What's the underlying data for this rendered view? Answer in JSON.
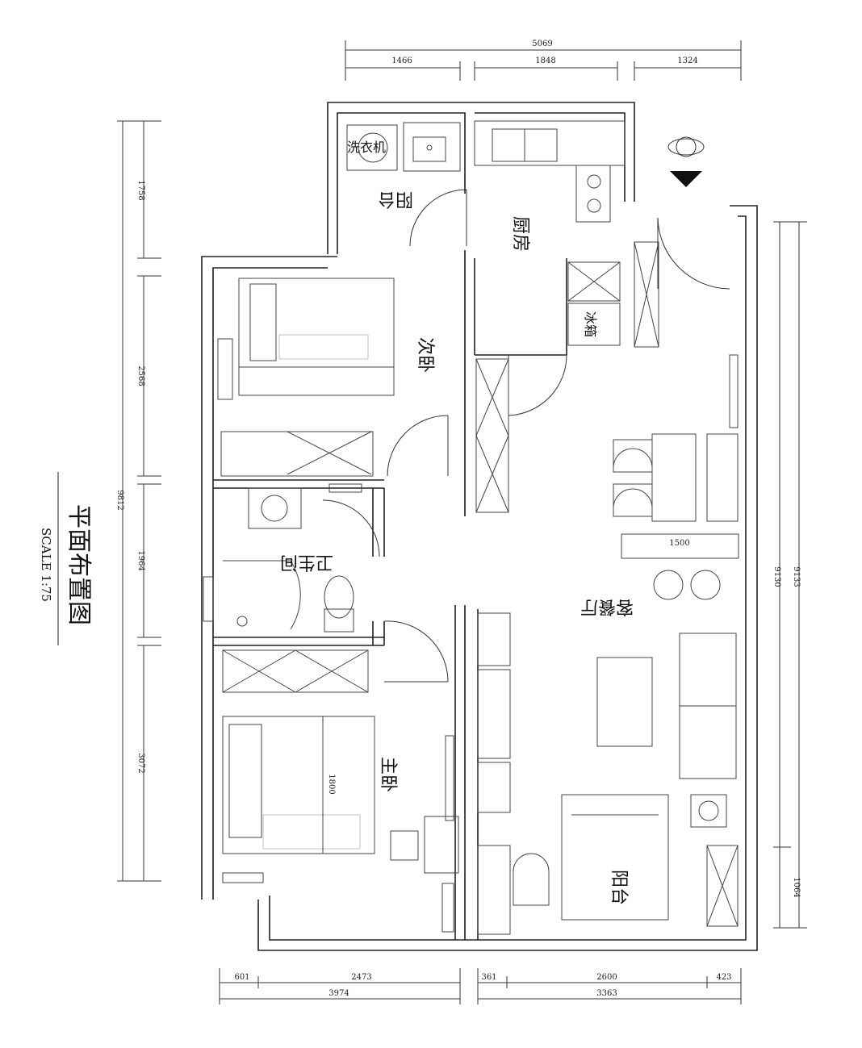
{
  "title": {
    "main": "平面布置图",
    "scale": "SCALE 1:75"
  },
  "dims": {
    "top_total": "5069",
    "top_1": "1466",
    "top_2": "1848",
    "top_3": "1324",
    "left_total": "9812",
    "left_1": "1758",
    "left_2": "2568",
    "left_3": "1964",
    "left_4": "3072",
    "right_1": "9130",
    "right_2": "9133",
    "right_3": "1064",
    "bottom_1": "601",
    "bottom_2": "2473",
    "bottom_3": "361",
    "bottom_4": "2600",
    "bottom_5": "423",
    "bottom_total_left": "3974",
    "bottom_total_right": "3363",
    "bar_width": "1500",
    "bed_width": "1800"
  },
  "rooms": {
    "balcony_top": "阳台",
    "kitchen": "厨房",
    "second_bedroom": "次卧",
    "bathroom": "卫生间",
    "living_dining": "客餐厅",
    "master_bedroom": "主卧",
    "balcony_bottom": "阳台"
  },
  "appliances": {
    "washer": "洗衣机",
    "fridge": "冰箱"
  }
}
